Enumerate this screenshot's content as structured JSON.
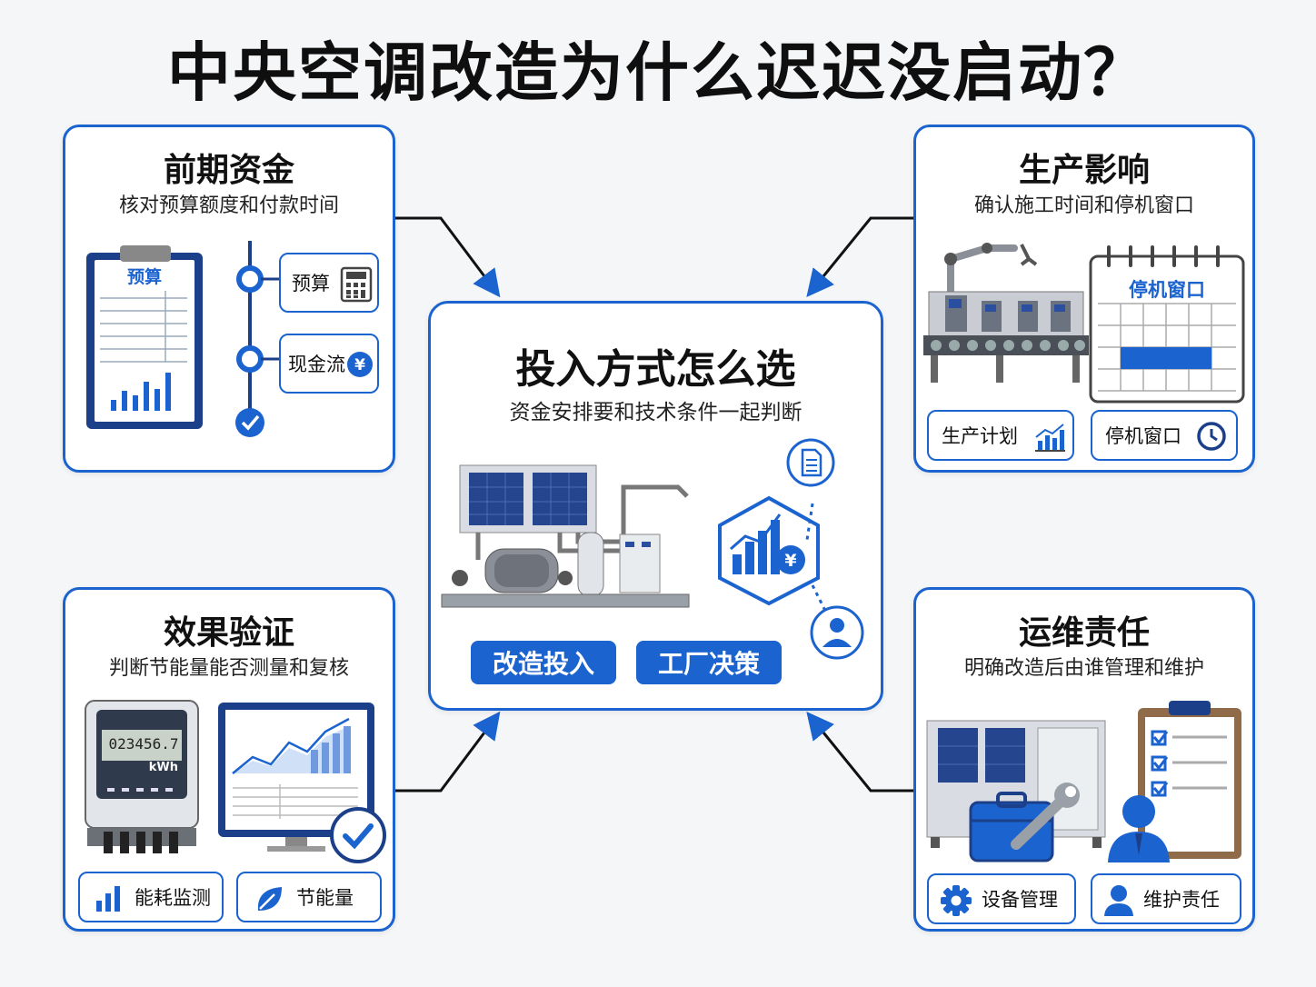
{
  "title": "中央空调改造为什么迟迟没启动？",
  "center": {
    "title": "投入方式怎么选",
    "subtitle": "资金安排要和技术条件一起判断",
    "buttons": [
      "改造投入",
      "工厂决策"
    ]
  },
  "funding": {
    "title": "前期资金",
    "subtitle": "核对预算额度和付款时间",
    "clipboard_label": "预算",
    "items": [
      "预算",
      "现金流"
    ]
  },
  "production": {
    "title": "生产影响",
    "subtitle": "确认施工时间和停机窗口",
    "calendar_label": "停机窗口",
    "pills": [
      "生产计划",
      "停机窗口"
    ]
  },
  "verification": {
    "title": "效果验证",
    "subtitle": "判断节能量能否测量和复核",
    "meter_reading": "023456.7",
    "meter_unit": "kWh",
    "pills": [
      "能耗监测",
      "节能量"
    ]
  },
  "maintenance": {
    "title": "运维责任",
    "subtitle": "明确改造后由谁管理和维护",
    "pills": [
      "设备管理",
      "维护责任"
    ]
  },
  "colors": {
    "accent": "#1b63cf",
    "dark_blue": "#1c3f8a"
  }
}
